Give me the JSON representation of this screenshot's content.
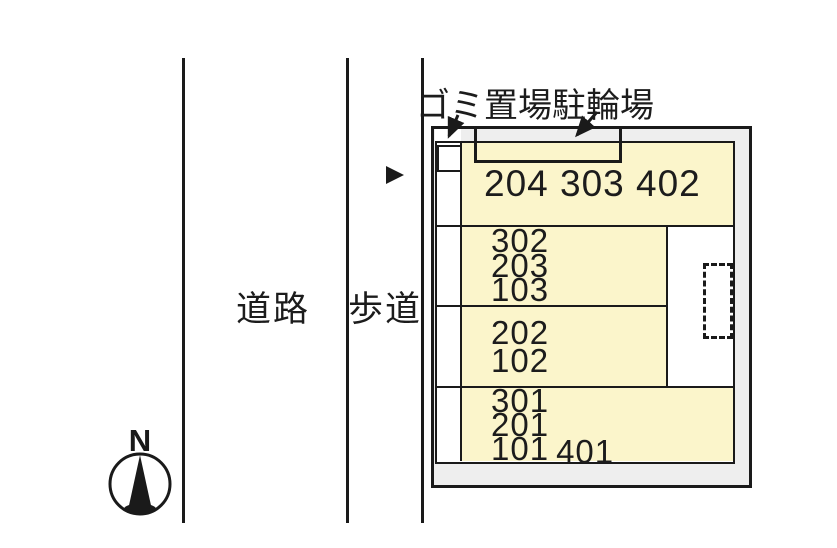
{
  "diagram_title": "site-plan",
  "colors": {
    "outline": "#1a1a1a",
    "unit_fill": "#fbf5cb",
    "building_margin": "#eeeeee",
    "background": "#ffffff",
    "text": "#1c1c1c"
  },
  "roads": {
    "road_label": "道路",
    "sidewalk_label": "歩道"
  },
  "facilities": {
    "garbage_label": "ゴミ置場",
    "bicycle_label": "駐輪場"
  },
  "compass": {
    "north_label": "N"
  },
  "units": {
    "top_row": "204 303 402",
    "mid_row_1": [
      "302",
      "203",
      "103"
    ],
    "mid_row_2": [
      "202",
      "102"
    ],
    "bottom_row": {
      "line1": "301",
      "line2": "201",
      "line3a": "101",
      "line3b": "401"
    }
  }
}
